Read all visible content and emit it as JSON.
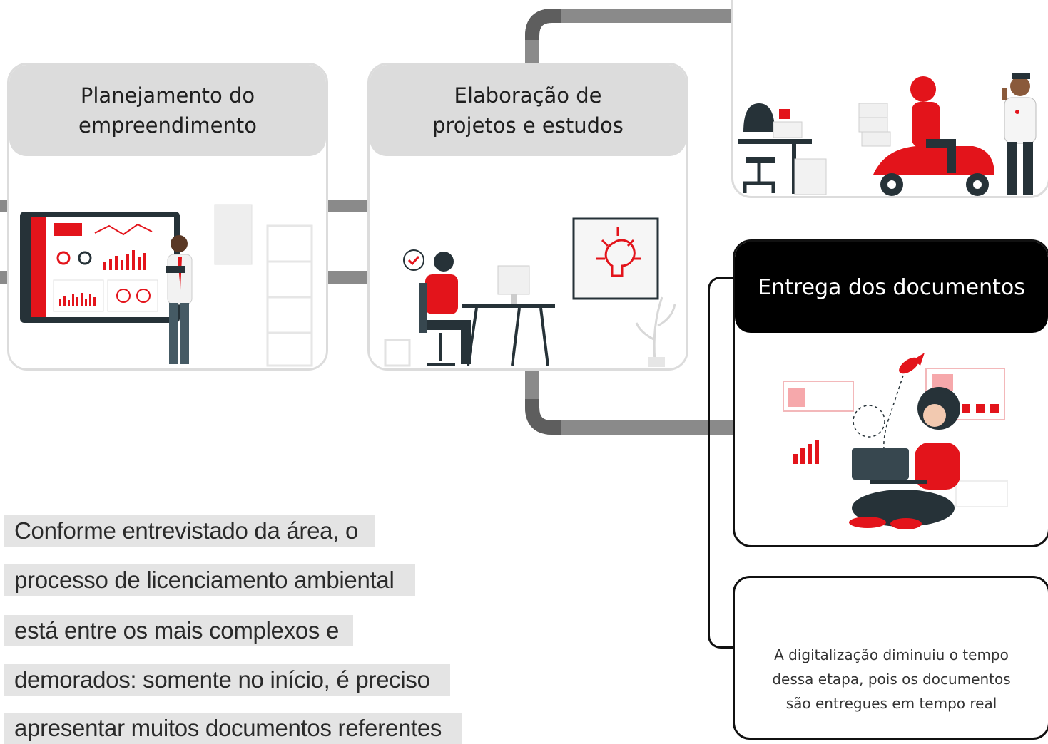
{
  "steps": [
    {
      "title": "Planejamento do\nempreendimento"
    },
    {
      "title": "Elaboração de\nprojetos e estudos"
    },
    {
      "title": "Entrega dos documentos"
    }
  ],
  "note": {
    "text": "A digitalização diminuiu o tempo\ndessa etapa, pois os documentos\nsão entregues em tempo real"
  },
  "quote": {
    "lines": [
      "Conforme entrevistado da área, o",
      "processo de licenciamento ambiental",
      "está entre os mais complexos e",
      "demorados: somente no início, é preciso",
      "apresentar muitos documentos referentes"
    ]
  },
  "colors": {
    "accent": "#e3141b",
    "dark": "#263238",
    "panel": "#dcdcdc"
  }
}
